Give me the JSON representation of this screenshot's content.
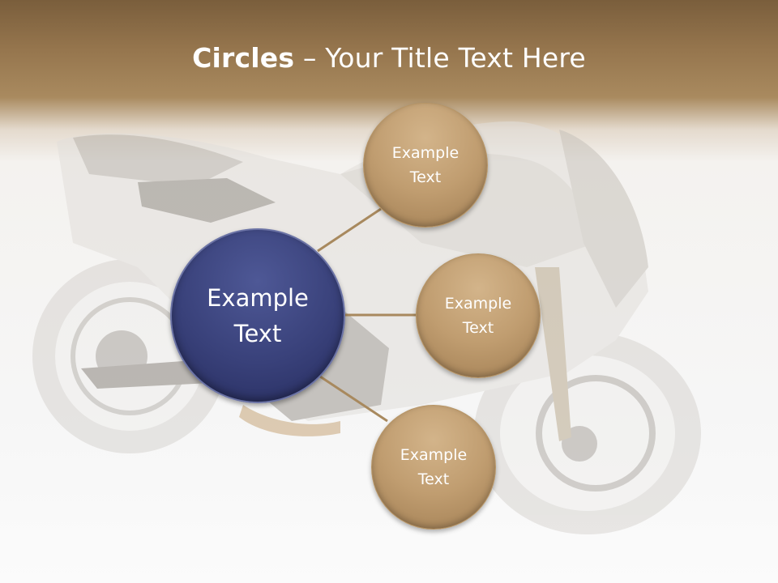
{
  "slide": {
    "title_bold": "Circles",
    "title_rest": " – Your Title Text Here"
  },
  "hub": {
    "line1": "Example",
    "line2": "Text"
  },
  "satellites": [
    {
      "line1": "Example",
      "line2": "Text"
    },
    {
      "line1": "Example",
      "line2": "Text"
    },
    {
      "line1": "Example",
      "line2": "Text"
    }
  ],
  "colors": {
    "header": "#8a6c46",
    "hub": "#39417a",
    "satellite": "#c09d70",
    "connector": "#a8895e"
  }
}
